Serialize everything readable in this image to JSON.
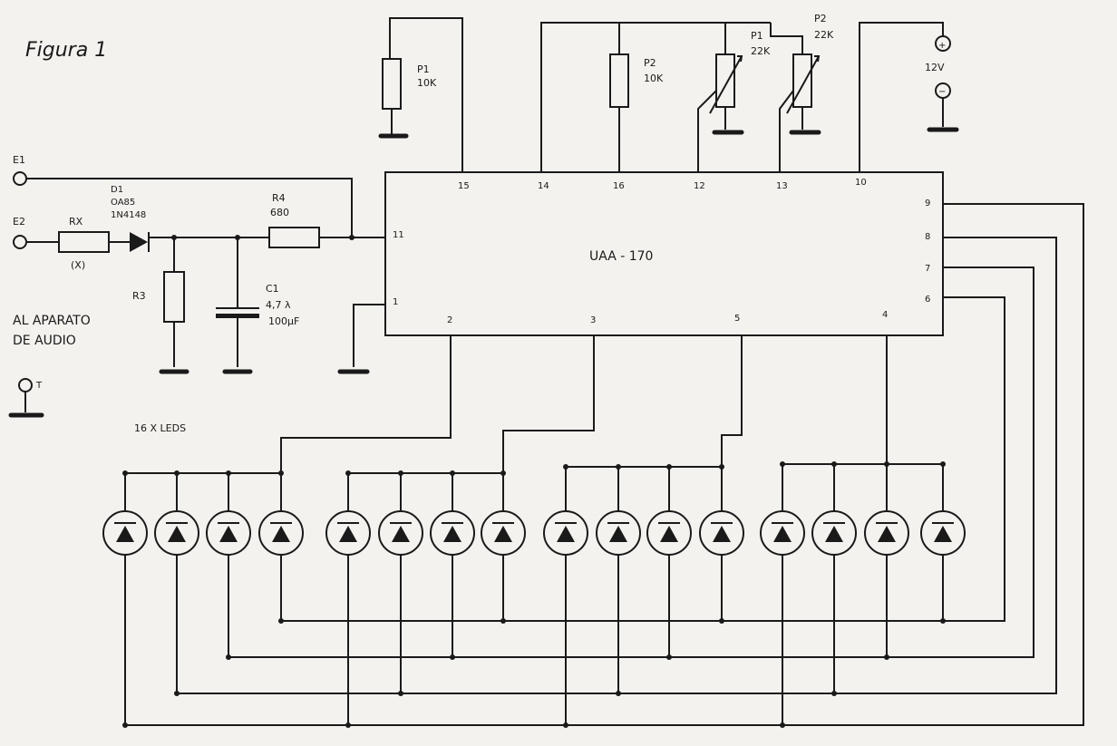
{
  "figure_title": "Figura 1",
  "ic": {
    "name": "UAA - 170"
  },
  "inputs": {
    "e1": "E1",
    "e2": "E2"
  },
  "audio_label": {
    "line1": "AL APARATO",
    "line2": "DE AUDIO"
  },
  "ground_label": "T",
  "components": {
    "rx": {
      "name": "RX",
      "value": "(X)"
    },
    "d1": {
      "name": "D1",
      "line2": "OA85",
      "line3": "1N4148"
    },
    "r4": {
      "name": "R4",
      "value": "680"
    },
    "r3": {
      "name": "R3"
    },
    "c1": {
      "name": "C1",
      "value": "4,7 λ",
      "voltage": "100µF"
    },
    "p1_left": {
      "name": "P1",
      "value": "10K"
    },
    "p2_mid": {
      "name": "P2",
      "value": "10K"
    },
    "p1_var": {
      "name": "P1",
      "value": "22K"
    },
    "p2_var": {
      "name": "P2",
      "value": "22K"
    }
  },
  "supply": {
    "voltage": "12V",
    "plus": "+",
    "minus": "−"
  },
  "leds_label": "16 X LEDS",
  "pins": {
    "p1": "1",
    "p2": "2",
    "p3": "3",
    "p4": "4",
    "p5": "5",
    "p6": "6",
    "p7": "7",
    "p8": "8",
    "p9": "9",
    "p10": "10",
    "p11": "11",
    "p12": "12",
    "p13": "13",
    "p14": "14",
    "p15": "15",
    "p16": "16"
  }
}
